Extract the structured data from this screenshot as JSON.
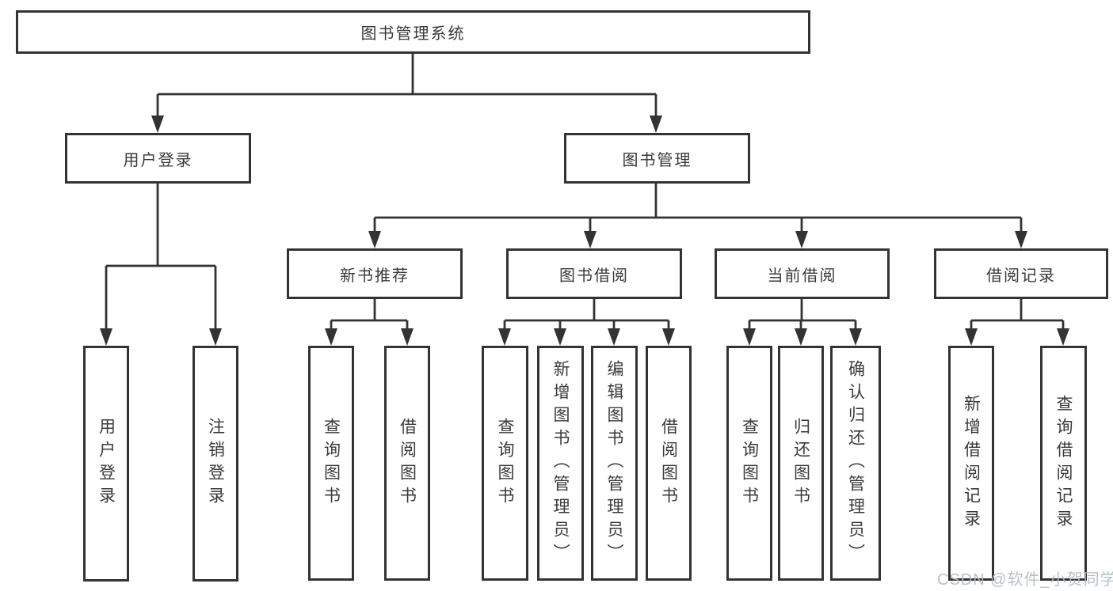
{
  "diagram": {
    "root": {
      "label": "图书管理系统"
    },
    "branches": [
      {
        "label": "用户登录",
        "children": [
          {
            "label": "用户登录"
          },
          {
            "label": "注销登录"
          }
        ]
      },
      {
        "label": "图书管理",
        "children": [
          {
            "label": "新书推荐",
            "children": [
              {
                "label": "查询图书"
              },
              {
                "label": "借阅图书"
              }
            ]
          },
          {
            "label": "图书借阅",
            "children": [
              {
                "label": "查询图书"
              },
              {
                "label": "新增图书（管理员）"
              },
              {
                "label": "编辑图书（管理员）"
              },
              {
                "label": "借阅图书"
              }
            ]
          },
          {
            "label": "当前借阅",
            "children": [
              {
                "label": "查询图书"
              },
              {
                "label": "归还图书"
              },
              {
                "label": "确认归还（管理员）"
              }
            ]
          },
          {
            "label": "借阅记录",
            "children": [
              {
                "label": "新增借阅记录"
              },
              {
                "label": "查询借阅记录"
              }
            ]
          }
        ]
      }
    ]
  },
  "watermark": "CSDN @软件_小贺同学",
  "colors": {
    "line": "#333333",
    "text": "#3a3a3a",
    "background": "#ffffff",
    "watermark": "#b4b9c3"
  }
}
